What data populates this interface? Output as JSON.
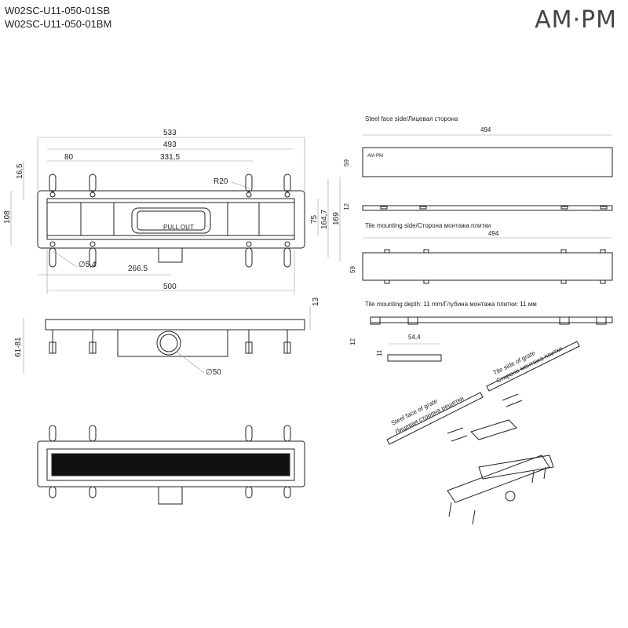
{
  "header": {
    "codes": [
      "W02SC-U11-050-01SB",
      "W02SC-U11-050-01BM"
    ],
    "logo": "AM·PM"
  },
  "top_view": {
    "dims": {
      "d533": "533",
      "d493": "493",
      "d80": "80",
      "d331": "331,5",
      "d16": "16,5",
      "d108": "108",
      "r20": "R20",
      "d75": "75",
      "d164": "164,7",
      "d169": "169",
      "d54": "∅5,4",
      "d266": "266.5",
      "d500": "500"
    },
    "label": "PULL OUT"
  },
  "side_view": {
    "dims": {
      "d13": "13",
      "d6181": "61-81",
      "d50": "∅50"
    }
  },
  "right": {
    "steel_face_label": "Steel face side/Лицевая сторона",
    "steel_width": "494",
    "steel_h1": "59",
    "steel_h2": "12",
    "tile_side_label": "Tile mounting side/Сторона монтажа плитки",
    "tile_width": "494",
    "tile_h1": "59",
    "tile_depth_label": "Tile mounting depth: 11 mm/Глубина монтажа плитки: 11 мм",
    "tile_h2": "12",
    "section_w": "54,4",
    "section_h": "11"
  },
  "exploded": {
    "tile_side_en": "Tile side of grate",
    "tile_side_ru": "Сторона монтажа плитки",
    "steel_face_en": "Steel face of grate",
    "steel_face_ru": "Лицевая сторона решетки"
  }
}
